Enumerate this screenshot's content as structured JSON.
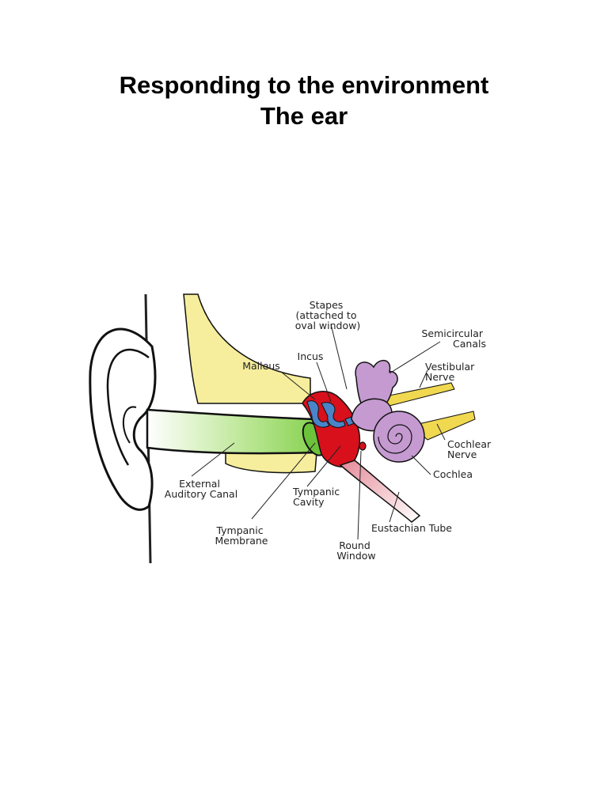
{
  "title": {
    "line1": "Responding to the environment",
    "line2": "The ear"
  },
  "diagram": {
    "colors": {
      "outline": "#111111",
      "bone_yellow": "#f6ee9c",
      "canal_green": "#8ed65a",
      "cavity_red": "#d8101c",
      "ossicle_blue": "#4a84c8",
      "inner_ear_purple": "#c49ad0",
      "nerve_yellow": "#f0d850",
      "tube_pink": "#e59aa6"
    },
    "labels": {
      "stapes": [
        "Stapes",
        "(attached to",
        "oval window)"
      ],
      "incus": [
        "Incus"
      ],
      "malleus": [
        "Malleus"
      ],
      "semicircular_canals": [
        "Semicircular",
        "Canals"
      ],
      "vestibular_nerve": [
        "Vestibular",
        "Nerve"
      ],
      "cochlear_nerve": [
        "Cochlear",
        "Nerve"
      ],
      "cochlea": [
        "Cochlea"
      ],
      "external_auditory_canal": [
        "External",
        "Auditory Canal"
      ],
      "tympanic_cavity": [
        "Tympanic",
        "Cavity"
      ],
      "tympanic_membrane": [
        "Tympanic",
        "Membrane"
      ],
      "eustachian_tube": [
        "Eustachian Tube"
      ],
      "round_window": [
        "Round",
        "Window"
      ]
    }
  }
}
